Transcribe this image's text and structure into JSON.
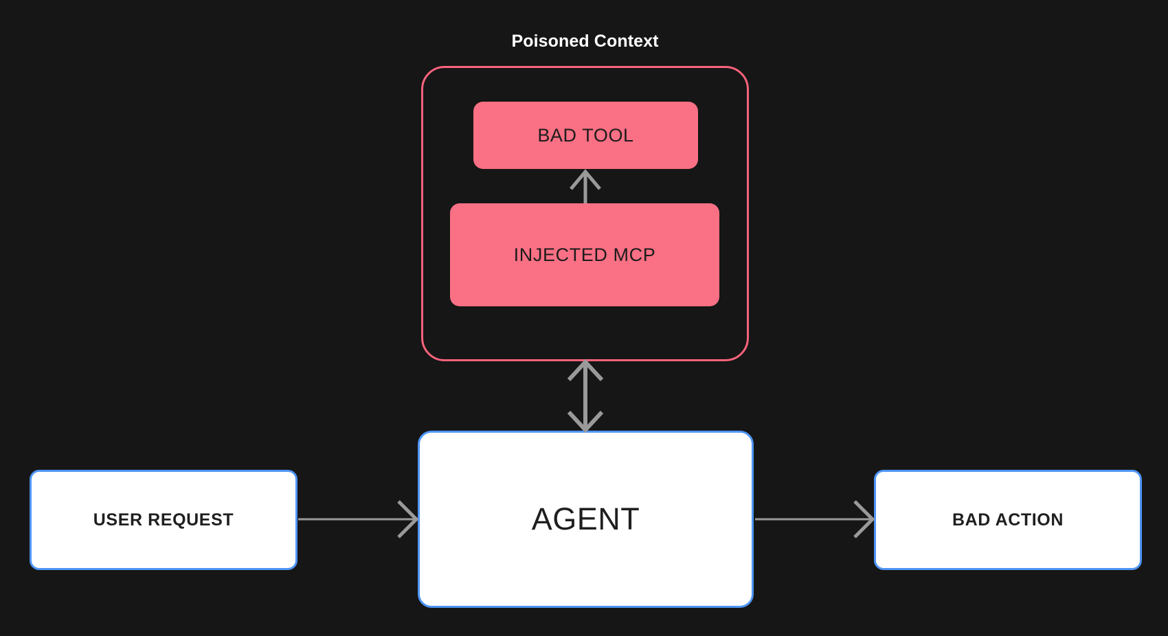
{
  "diagram": {
    "background_color": "#161616",
    "title": "Poisoned Context",
    "group": {
      "label": "Poisoned Context",
      "border_color": "#f9637c",
      "nodes": [
        {
          "id": "bad-tool",
          "label": "BAD TOOL",
          "fill": "#fa7084",
          "text_color": "#1c1c1c"
        },
        {
          "id": "injected-mcp",
          "label": "INJECTED MCP",
          "fill": "#fa7084",
          "text_color": "#1c1c1c"
        }
      ]
    },
    "nodes": [
      {
        "id": "user-request",
        "label": "USER REQUEST",
        "fill": "#ffffff",
        "border_color": "#4e95f5",
        "text_color": "#1f1f1f"
      },
      {
        "id": "agent",
        "label": "AGENT",
        "fill": "#ffffff",
        "border_color": "#4e95f5",
        "text_color": "#1f1f1f"
      },
      {
        "id": "bad-action",
        "label": "BAD ACTION",
        "fill": "#ffffff",
        "border_color": "#4e95f5",
        "text_color": "#1f1f1f"
      }
    ],
    "edges": [
      {
        "id": "injected-mcp-to-bad-tool",
        "from": "injected-mcp",
        "to": "bad-tool",
        "direction": "up",
        "color": "#9a9a9a"
      },
      {
        "id": "agent-to-poisoned-context",
        "from": "agent",
        "to": "poisoned-context",
        "direction": "bidirectional",
        "color": "#9a9a9a"
      },
      {
        "id": "user-request-to-agent",
        "from": "user-request",
        "to": "agent",
        "direction": "right",
        "color": "#9a9a9a"
      },
      {
        "id": "agent-to-bad-action",
        "from": "agent",
        "to": "bad-action",
        "direction": "right",
        "color": "#9a9a9a"
      }
    ],
    "arrow_color": "#9a9a9a"
  }
}
